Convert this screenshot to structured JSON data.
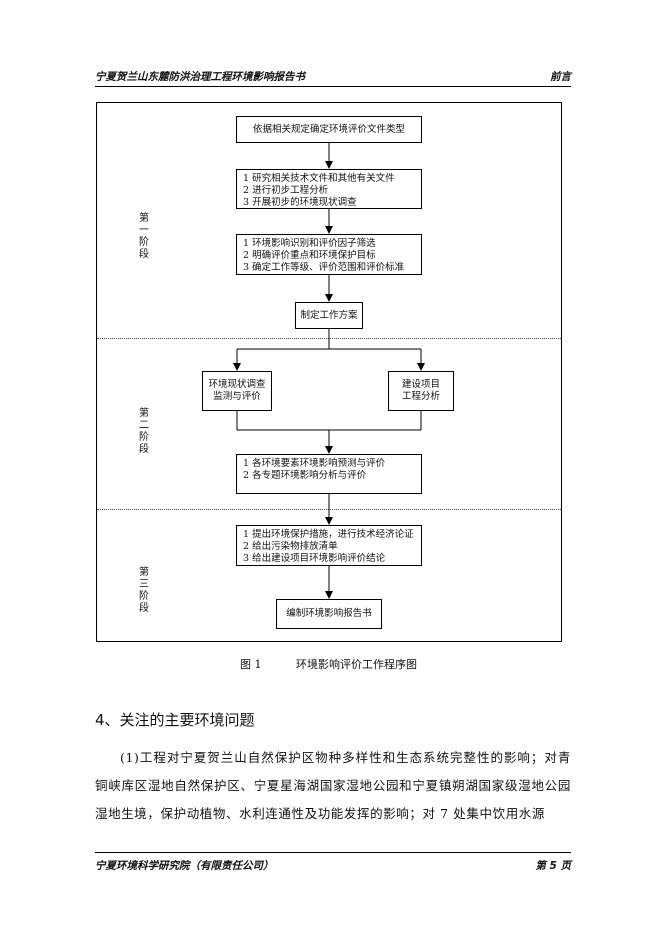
{
  "header": {
    "title": "宁夏贺兰山东麓防洪治理工程环境影响报告书",
    "section": "前言"
  },
  "flowchart": {
    "stages": [
      "第\n一\n阶\n段",
      "第\n二\n阶\n段",
      "第\n三\n阶\n段"
    ],
    "box1": "依据相关规定确定环境评价文件类型",
    "box2": "1 研究相关技术文件和其他有关文件\n2 进行初步工程分析\n3 开展初步的环境现状调查",
    "box3": "1 环境影响识别和评价因子筛选\n2 明确评价重点和环境保护目标\n3 确定工作等级、评价范围和评价标准",
    "box4": "制定工作方案",
    "box5": "环境现状调查\n监测与评价",
    "box6": "建设项目\n工程分析",
    "box7": "1 各环境要素环境影响预测与评价\n2 各专题环境影响分析与评价",
    "box8": "1 提出环境保护措施，进行技术经济论证\n2 给出污染物排放清单\n3 给出建设项目环境影响评价结论",
    "box9": "编制环境影响报告书"
  },
  "caption": {
    "label": "图 1",
    "text": "环境影响评价工作程序图"
  },
  "section_title": "4、关注的主要环境问题",
  "paragraph": "(1)工程对宁夏贺兰山自然保护区物种多样性和生态系统完整性的影响；对青铜峡库区湿地自然保护区、宁夏星海湖国家湿地公园和宁夏镇朔湖国家级湿地公园湿地生境，保护动植物、水利连通性及功能发挥的影响；对 7 处集中饮用水源",
  "footer": {
    "org": "宁夏环境科学研究院（有限责任公司）",
    "page": "第 5 页"
  }
}
